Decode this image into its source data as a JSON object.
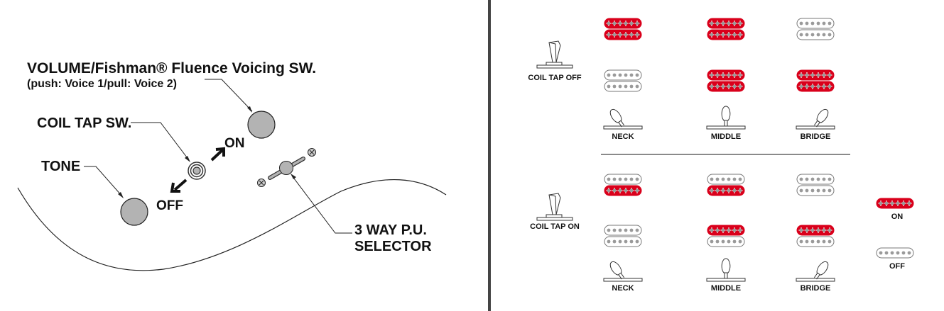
{
  "left_panel": {
    "volume_label_line1": "VOLUME/Fishman® Fluence Voicing SW.",
    "volume_label_line2": "(push: Voice 1/pull: Voice 2)",
    "coil_tap_label": "COIL TAP SW.",
    "tone_label": "TONE",
    "on_label": "ON",
    "off_label": "OFF",
    "selector_label_line1": "3 WAY P.U.",
    "selector_label_line2": "SELECTOR"
  },
  "right_panel": {
    "sections": [
      {
        "coil_tap_label": "COIL TAP OFF",
        "positions": [
          {
            "label": "NECK",
            "neck_pickup": [
              "on",
              "on"
            ],
            "bridge_pickup": [
              "off",
              "off"
            ]
          },
          {
            "label": "MIDDLE",
            "neck_pickup": [
              "on",
              "on"
            ],
            "bridge_pickup": [
              "on",
              "on"
            ]
          },
          {
            "label": "BRIDGE",
            "neck_pickup": [
              "off",
              "off"
            ],
            "bridge_pickup": [
              "on",
              "on"
            ]
          }
        ]
      },
      {
        "coil_tap_label": "COIL TAP ON",
        "positions": [
          {
            "label": "NECK",
            "neck_pickup": [
              "off",
              "on"
            ],
            "bridge_pickup": [
              "off",
              "off"
            ]
          },
          {
            "label": "MIDDLE",
            "neck_pickup": [
              "off",
              "on"
            ],
            "bridge_pickup": [
              "on",
              "off"
            ]
          },
          {
            "label": "BRIDGE",
            "neck_pickup": [
              "off",
              "off"
            ],
            "bridge_pickup": [
              "on",
              "off"
            ]
          }
        ]
      }
    ],
    "legend": {
      "on_label": "ON",
      "off_label": "OFF"
    }
  },
  "colors": {
    "on": "#d9001b",
    "knob": "#b3b3b3",
    "pole": "#9a9a9a",
    "line": "#222222"
  }
}
